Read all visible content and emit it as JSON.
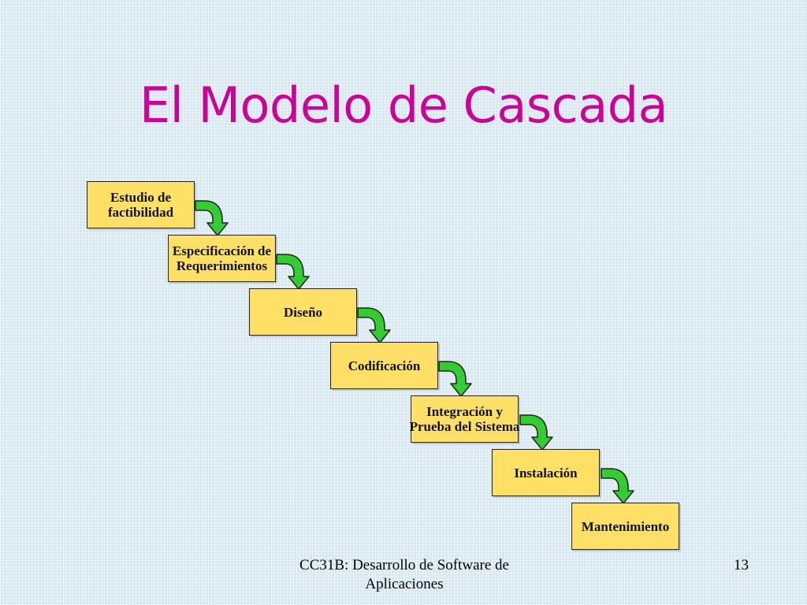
{
  "slide": {
    "title": "El Modelo de Cascada",
    "footer_text": "CC31B: Desarrollo de Software de\nAplicaciones",
    "page_number": "13"
  },
  "diagram": {
    "steps": [
      {
        "label": "Estudio de\nfactibilidad"
      },
      {
        "label": "Especificación de\nRequerimientos"
      },
      {
        "label": "Diseño"
      },
      {
        "label": "Codificación"
      },
      {
        "label": "Integración y\nPrueba del Sistema"
      },
      {
        "label": "Instalación"
      },
      {
        "label": "Mantenimiento"
      }
    ],
    "colors": {
      "box_fill": "#ffe066",
      "arrow_fill": "#33cc33",
      "title": "#cc0099"
    }
  }
}
